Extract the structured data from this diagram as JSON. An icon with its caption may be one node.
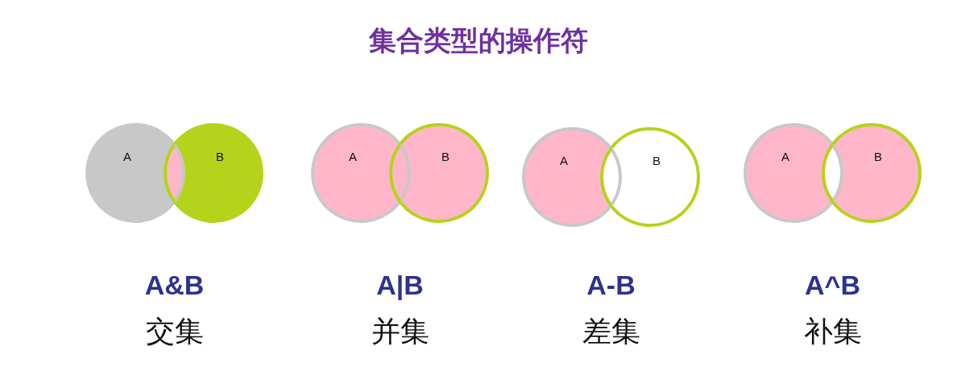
{
  "diagram": {
    "title": "集合类型的操作符",
    "nodes": [
      {
        "text": [
          "A"
        ]
      },
      {
        "text": [
          "B"
        ]
      },
      {
        "text": [
          "A"
        ]
      },
      {
        "text": [
          "B"
        ]
      },
      {
        "text": [
          "A"
        ]
      },
      {
        "text": [
          "B"
        ]
      },
      {
        "text": [
          "A"
        ]
      },
      {
        "text": [
          "B"
        ]
      }
    ],
    "edges": [],
    "labels": [
      "A&B",
      "交集",
      "A|B",
      "并集",
      "A-B",
      "差集",
      "A^B",
      "补集"
    ]
  }
}
